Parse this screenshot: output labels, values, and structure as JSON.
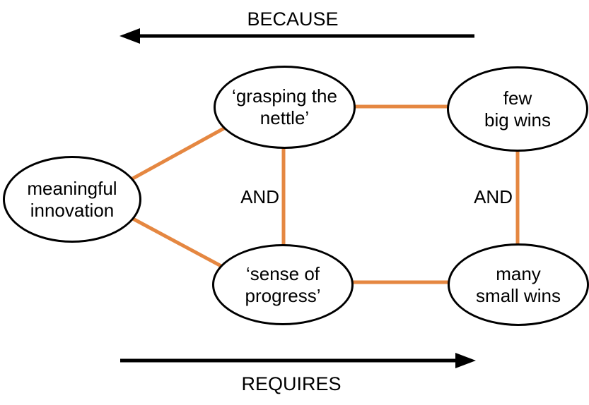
{
  "diagram": {
    "top_arrow_label": "BECAUSE",
    "bottom_arrow_label": "REQUIRES",
    "nodes": {
      "meaningful_innovation": {
        "line1": "meaningful",
        "line2": "innovation"
      },
      "grasping_the_nettle": {
        "line1": "‘grasping the",
        "line2": "nettle’"
      },
      "few_big_wins": {
        "line1": "few",
        "line2": "big wins"
      },
      "sense_of_progress": {
        "line1": "‘sense of",
        "line2": "progress’"
      },
      "many_small_wins": {
        "line1": "many",
        "line2": "small wins"
      }
    },
    "operators": {
      "left": "AND",
      "right": "AND"
    },
    "colors": {
      "connector": "#E58741",
      "arrow": "#000000",
      "node_stroke": "#000000",
      "text": "#000000",
      "background": "#ffffff"
    }
  }
}
